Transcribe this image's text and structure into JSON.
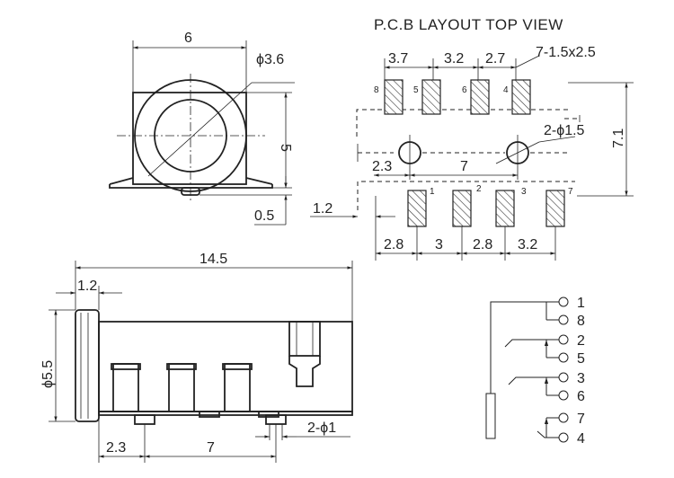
{
  "title": "P.C.B LAYOUT TOP VIEW",
  "front_view": {
    "width_dim": "6",
    "diameter_dim": "ϕ3.6",
    "height_dim": "5",
    "offset_dim": "0.5"
  },
  "pcb_layout": {
    "top_spacing": [
      "3.7",
      "3.2",
      "2.7"
    ],
    "pad_size": "7-1.5x2.5",
    "hole_dim": "2-ϕ1.5",
    "hole_offset": "2.3",
    "hole_spacing": "7",
    "total_height": "7.1",
    "edge_offset": "1.2",
    "bottom_spacing": [
      "2.8",
      "3",
      "2.8",
      "3.2"
    ],
    "top_pins": [
      "8",
      "5",
      "6",
      "4"
    ],
    "bottom_pins": [
      "1",
      "2",
      "3",
      "7"
    ]
  },
  "side_view": {
    "length_dim": "14.5",
    "flange_dim": "1.2",
    "diameter_dim": "ϕ5.5",
    "peg_offset": "2.3",
    "peg_spacing": "7",
    "peg_dim": "2-ϕ1"
  },
  "schematic": {
    "pins": [
      "1",
      "8",
      "2",
      "5",
      "3",
      "6",
      "7",
      "4"
    ]
  }
}
